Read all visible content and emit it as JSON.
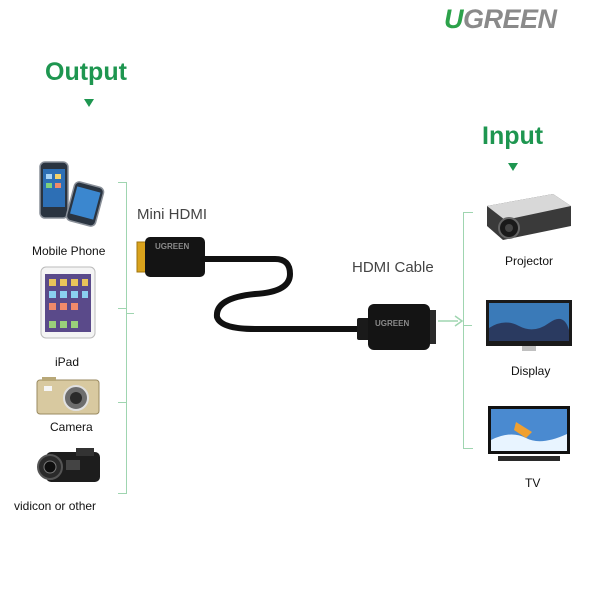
{
  "brand": {
    "logo_first": "U",
    "logo_rest": "GREEN"
  },
  "output": {
    "heading": "Output",
    "devices": [
      {
        "label": "Mobile Phone"
      },
      {
        "label": "iPad"
      },
      {
        "label": "Camera"
      },
      {
        "label": "vidicon or other"
      }
    ]
  },
  "input": {
    "heading": "Input",
    "devices": [
      {
        "label": "Projector"
      },
      {
        "label": "Display"
      },
      {
        "label": "TV"
      }
    ]
  },
  "cable": {
    "mini_label": "Mini HDMI",
    "hdmi_label": "HDMI Cable",
    "connector_brand": "UGREEN"
  },
  "colors": {
    "accent_green": "#1e9650",
    "bracket_green": "#9fd5b0",
    "cable_black": "#111111",
    "gold": "#d9a21c"
  }
}
